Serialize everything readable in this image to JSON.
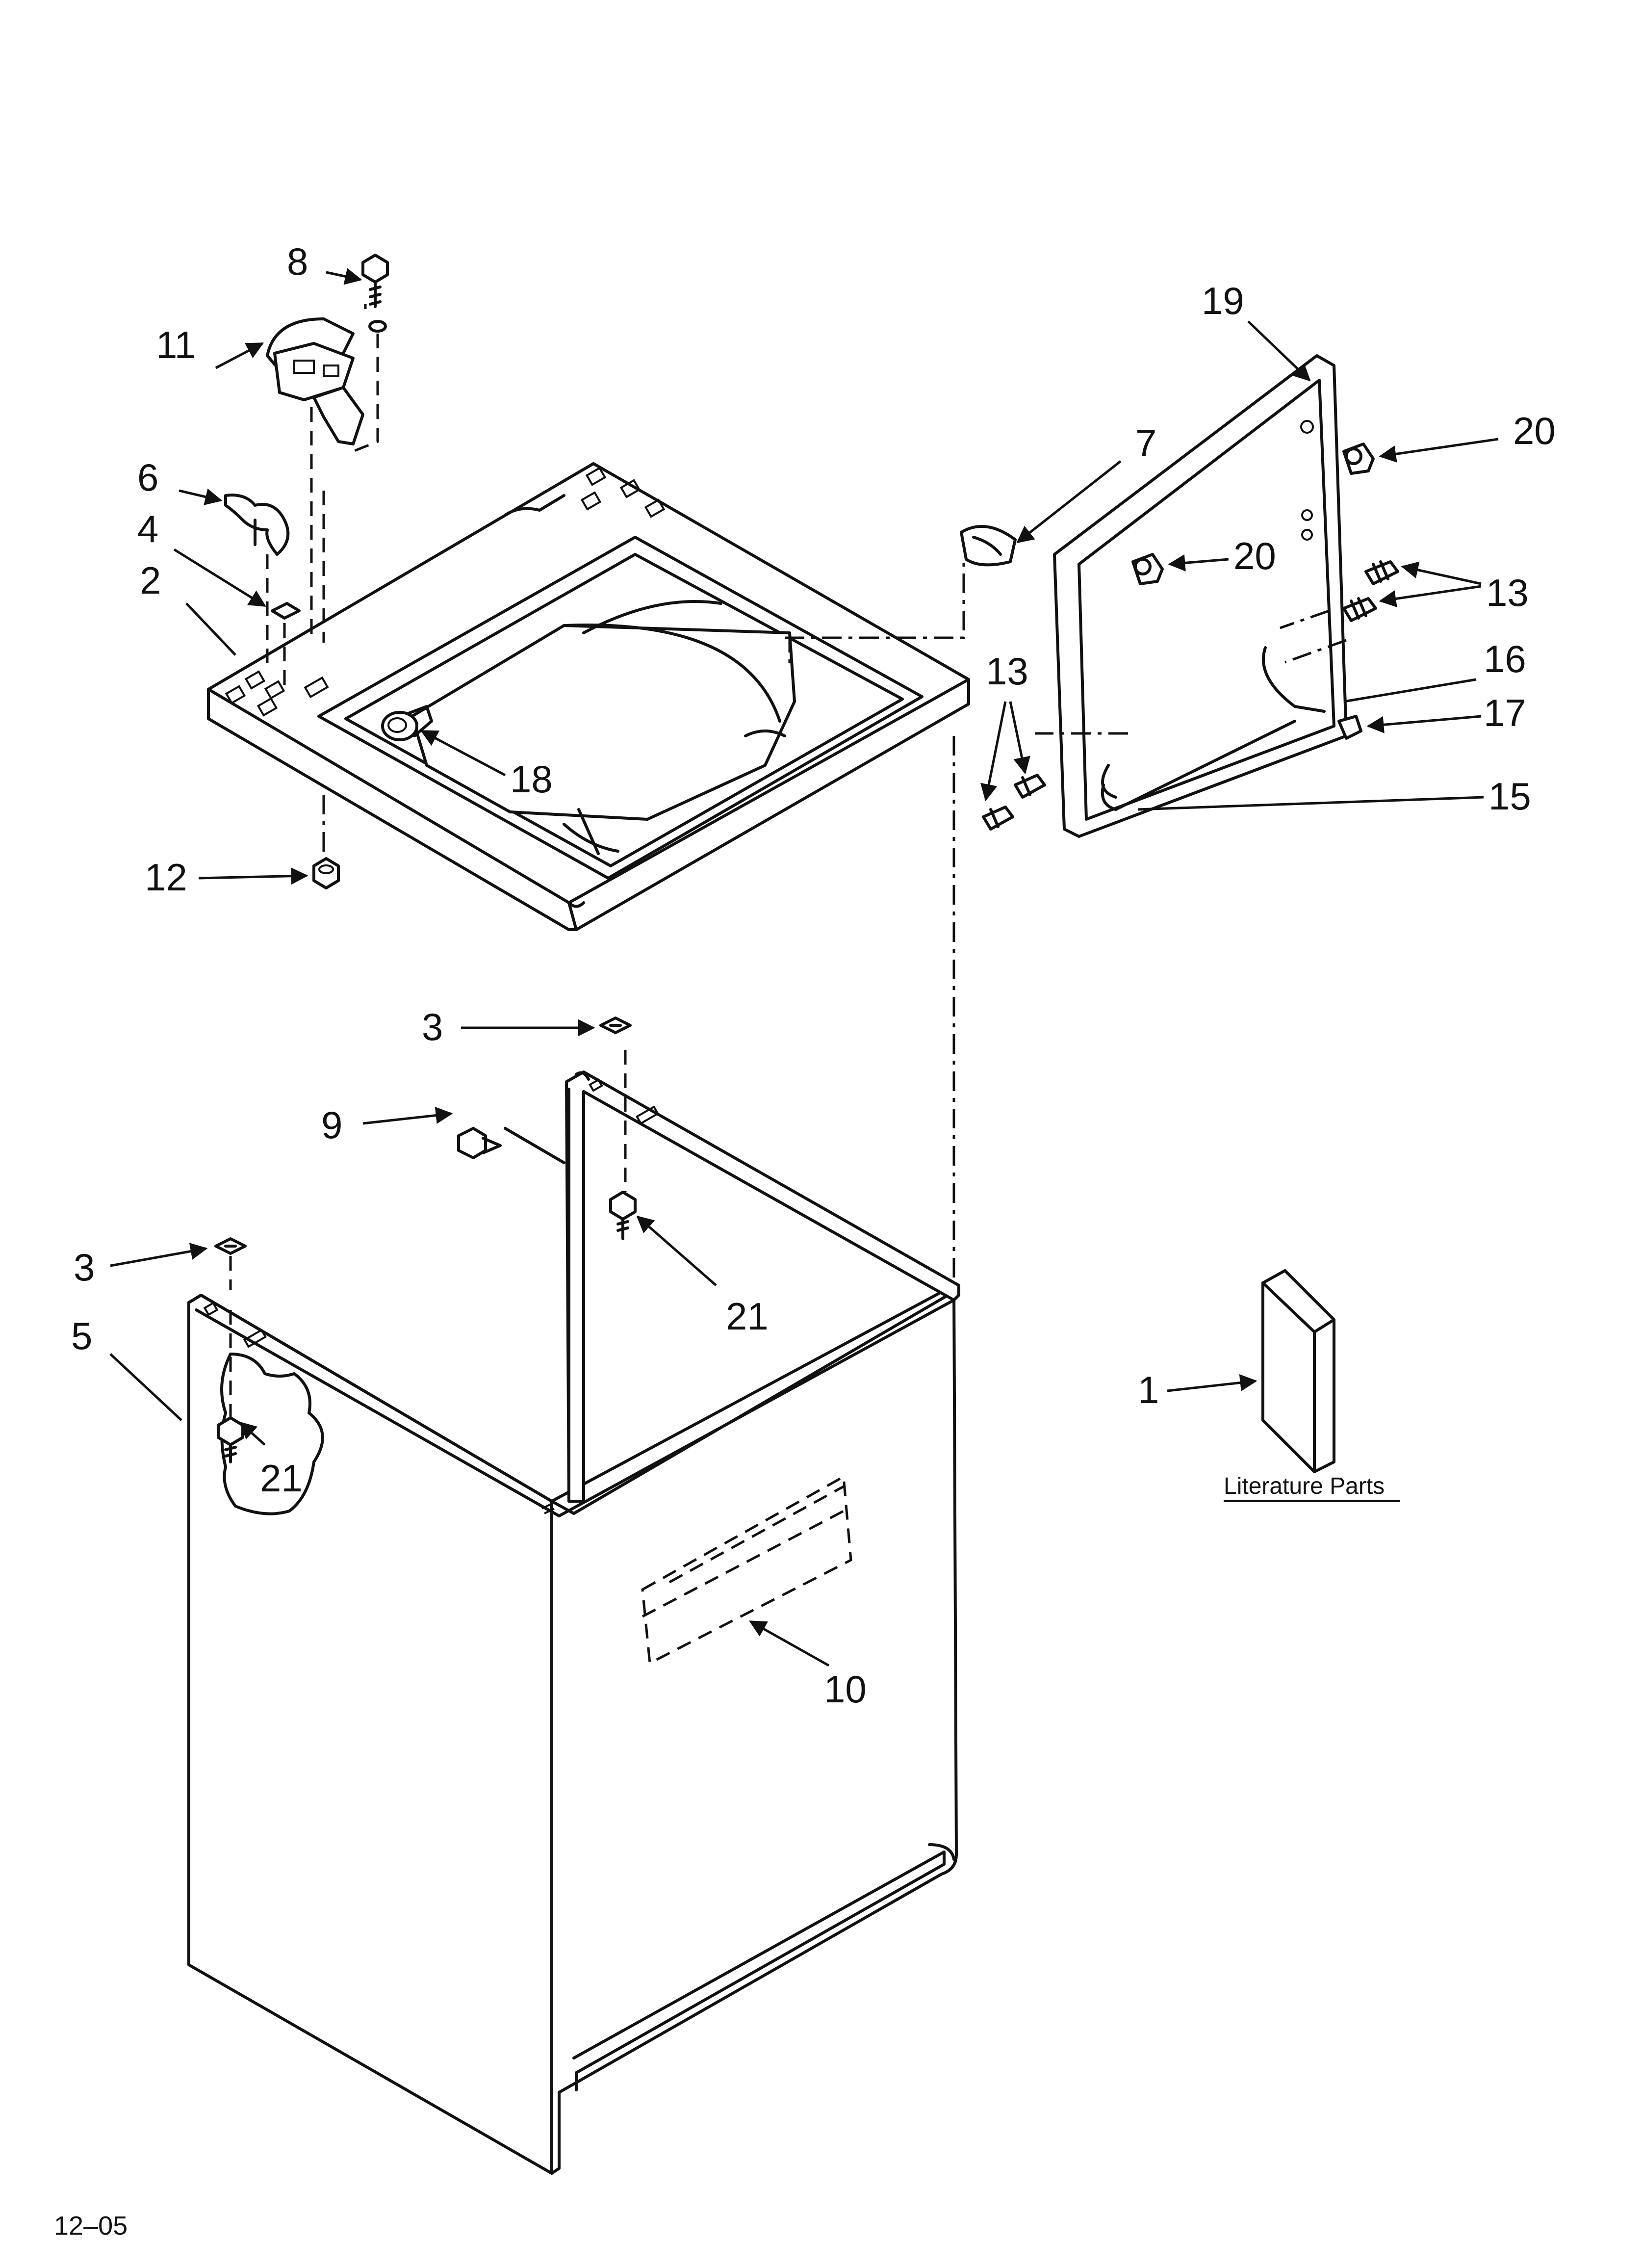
{
  "diagram": {
    "callouts": {
      "c1": "1",
      "c2": "2",
      "c3a": "3",
      "c3b": "3",
      "c4": "4",
      "c5": "5",
      "c6": "6",
      "c7": "7",
      "c8": "8",
      "c9": "9",
      "c10": "10",
      "c11": "11",
      "c12": "12",
      "c13a": "13",
      "c13b": "13",
      "c15": "15",
      "c16": "16",
      "c17": "17",
      "c18": "18",
      "c19": "19",
      "c20a": "20",
      "c20b": "20",
      "c21a": "21",
      "c21b": "21"
    },
    "literature_label": "Literature Parts",
    "footer_code": "12–05"
  }
}
